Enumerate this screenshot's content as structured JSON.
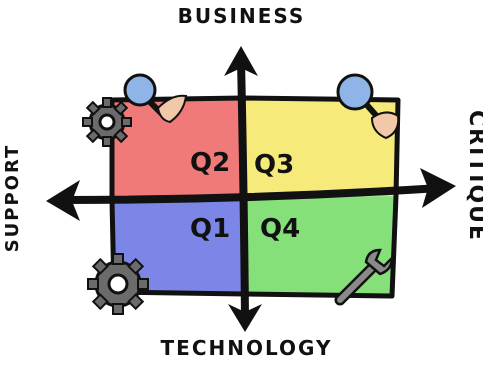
{
  "axes": {
    "top": "BUSINESS",
    "bottom": "TECHNOLOGY",
    "left": "SUPPORT",
    "right": "CRITIQUE"
  },
  "quadrants": [
    {
      "label": "Q2",
      "color": "#f07a7a"
    },
    {
      "label": "Q3",
      "color": "#f5ea7a"
    },
    {
      "label": "Q1",
      "color": "#7b86e6"
    },
    {
      "label": "Q4",
      "color": "#86e07a"
    }
  ],
  "icons": [
    "gear-icon",
    "magnifier-icon",
    "gear-icon",
    "magnifier-icon",
    "wrench-icon"
  ]
}
